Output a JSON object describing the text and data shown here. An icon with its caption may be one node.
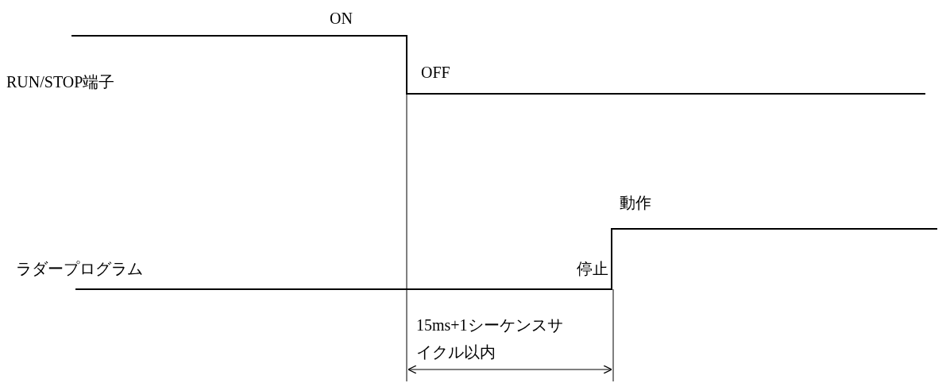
{
  "diagram": {
    "labels": [
      "ON",
      "RUN/STOP端子",
      "OFF",
      "動作",
      "ラダープログラム",
      "停止",
      "15ms+1シーケンスサイクル以内"
    ]
  }
}
